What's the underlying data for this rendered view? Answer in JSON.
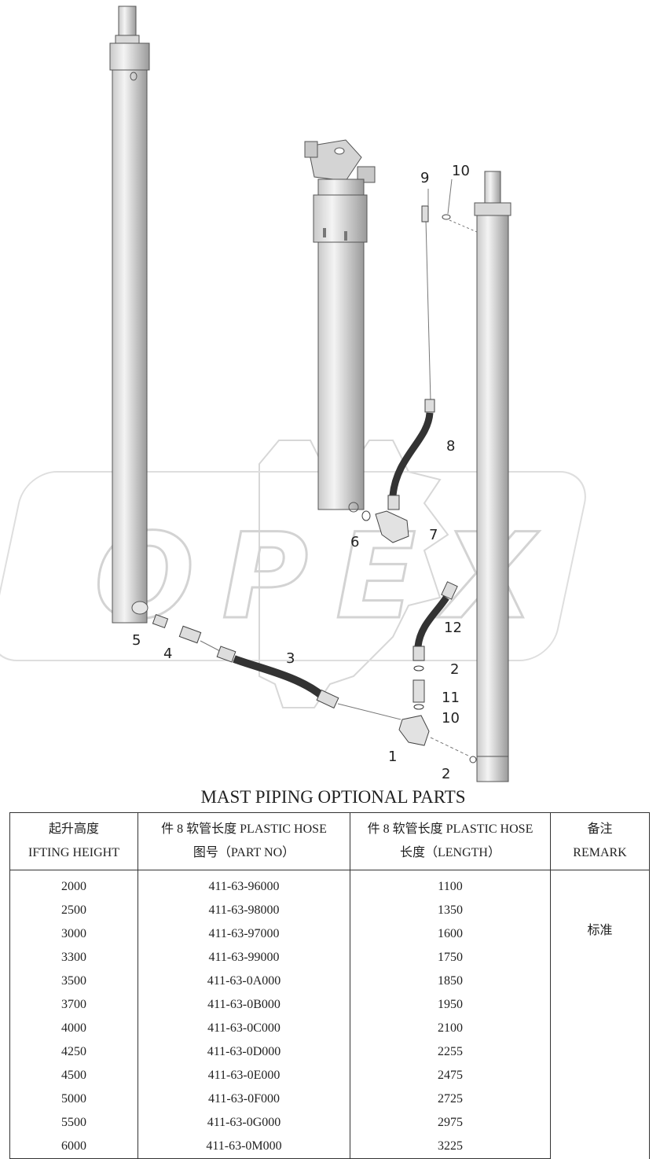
{
  "diagram": {
    "watermark": "OPEX",
    "callouts": [
      "1",
      "2",
      "2",
      "3",
      "4",
      "5",
      "6",
      "7",
      "8",
      "9",
      "10",
      "10",
      "11",
      "12"
    ]
  },
  "table": {
    "title": "MAST PIPING OPTIONAL PARTS",
    "headers": [
      {
        "line1": "起升高度",
        "line2": "IFTING HEIGHT"
      },
      {
        "line1": "件 8 软管长度 PLASTIC HOSE",
        "line2": "图号（PART NO）"
      },
      {
        "line1": "件 8 软管长度 PLASTIC HOSE",
        "line2": "长度（LENGTH）"
      },
      {
        "line1": "备注",
        "line2": "REMARK"
      }
    ],
    "rows": [
      {
        "height": "2000",
        "part_no": "411-63-96000",
        "length": "1100"
      },
      {
        "height": "2500",
        "part_no": "411-63-98000",
        "length": "1350"
      },
      {
        "height": "3000",
        "part_no": "411-63-97000",
        "length": "1600"
      },
      {
        "height": "3300",
        "part_no": "411-63-99000",
        "length": "1750"
      },
      {
        "height": "3500",
        "part_no": "411-63-0A000",
        "length": "1850"
      },
      {
        "height": "3700",
        "part_no": "411-63-0B000",
        "length": "1950"
      },
      {
        "height": "4000",
        "part_no": "411-63-0C000",
        "length": "2100"
      },
      {
        "height": "4250",
        "part_no": "411-63-0D000",
        "length": "2255"
      },
      {
        "height": "4500",
        "part_no": "411-63-0E000",
        "length": "2475"
      },
      {
        "height": "5000",
        "part_no": "411-63-0F000",
        "length": "2725"
      },
      {
        "height": "5500",
        "part_no": "411-63-0G000",
        "length": "2975"
      },
      {
        "height": "6000",
        "part_no": "411-63-0M000",
        "length": "3225"
      }
    ],
    "remark": "标准"
  }
}
